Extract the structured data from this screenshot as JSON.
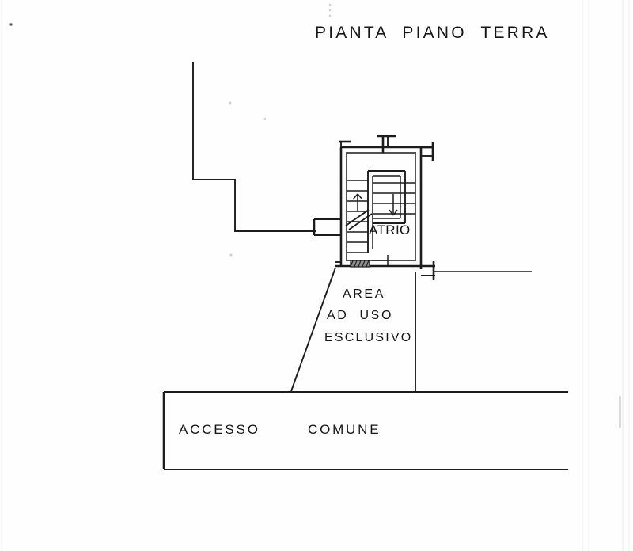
{
  "drawing": {
    "title": "PIANTA  PIANO  TERRA",
    "kind": "architectural-floor-plan",
    "language": "it",
    "ink_color": "#1c1c1c",
    "paper_color": "#fefefe"
  },
  "labels": {
    "atrio": "ATRIO",
    "area_line1": "AREA",
    "area_line2": "AD  USO",
    "area_line3": "ESCLUSIVO",
    "accesso": "ACCESSO",
    "comune": "COMUNE"
  },
  "rooms": [
    {
      "name": "ATRIO",
      "description": "entrance hall / lobby with dog-leg staircase"
    },
    {
      "name": "AREA AD USO ESCLUSIVO",
      "description": "exclusive use open area, trapezoidal courtyard"
    },
    {
      "name": "ACCESSO COMUNE",
      "description": "common access strip along the bottom"
    }
  ],
  "features": {
    "staircase": "U-shaped dog-leg stair, two flights with landing and break line",
    "wall_stubs": "T-capped party wall stubs on top, left and right of the building",
    "boundary": "stepped site boundary descending from upper left",
    "diagonal_edge": "angled property line of the exclusive area"
  }
}
